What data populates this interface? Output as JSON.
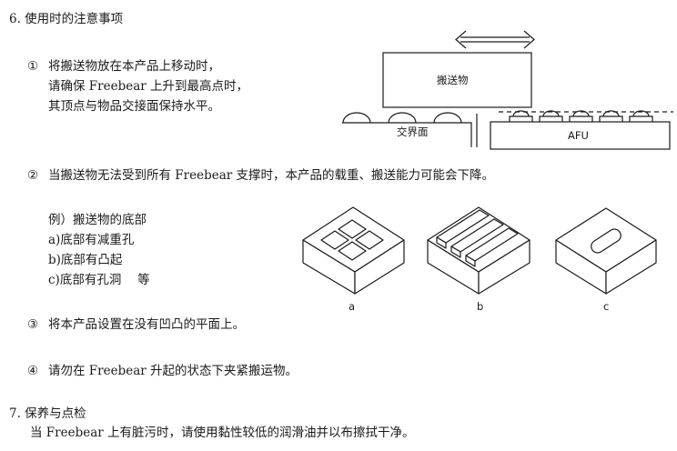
{
  "section6": {
    "heading": "6. 使用时的注意事项",
    "item1": {
      "num": "①",
      "lines": [
        "将搬送物放在本产品上移动时，",
        "请确保 Freebear 上升到最高点时，",
        "其顶点与物品交接面保持水平。"
      ]
    },
    "figure1": {
      "load_label": "搬送物",
      "interface_label": "交界面",
      "afu_label": "AFU"
    },
    "item2": {
      "num": "②",
      "text": "当搬送物无法受到所有 Freebear 支撑时，本产品的载重、搬送能力可能会下降。",
      "example_lines": [
        "例）搬送物的底部",
        "a)底部有减重孔",
        "b)底部有凸起",
        "c)底部有孔洞　 等"
      ]
    },
    "figure2": {
      "labels": [
        "a",
        "b",
        "c"
      ]
    },
    "item3": {
      "num": "③",
      "text": "将本产品设置在没有凹凸的平面上。"
    },
    "item4": {
      "num": "④",
      "text": "请勿在 Freebear 升起的状态下夹紧搬运物。"
    }
  },
  "section7": {
    "heading": "7. 保养与点检",
    "text": "当 Freebear 上有脏污时，请使用黏性较低的润滑油并以布擦拭干净。"
  }
}
